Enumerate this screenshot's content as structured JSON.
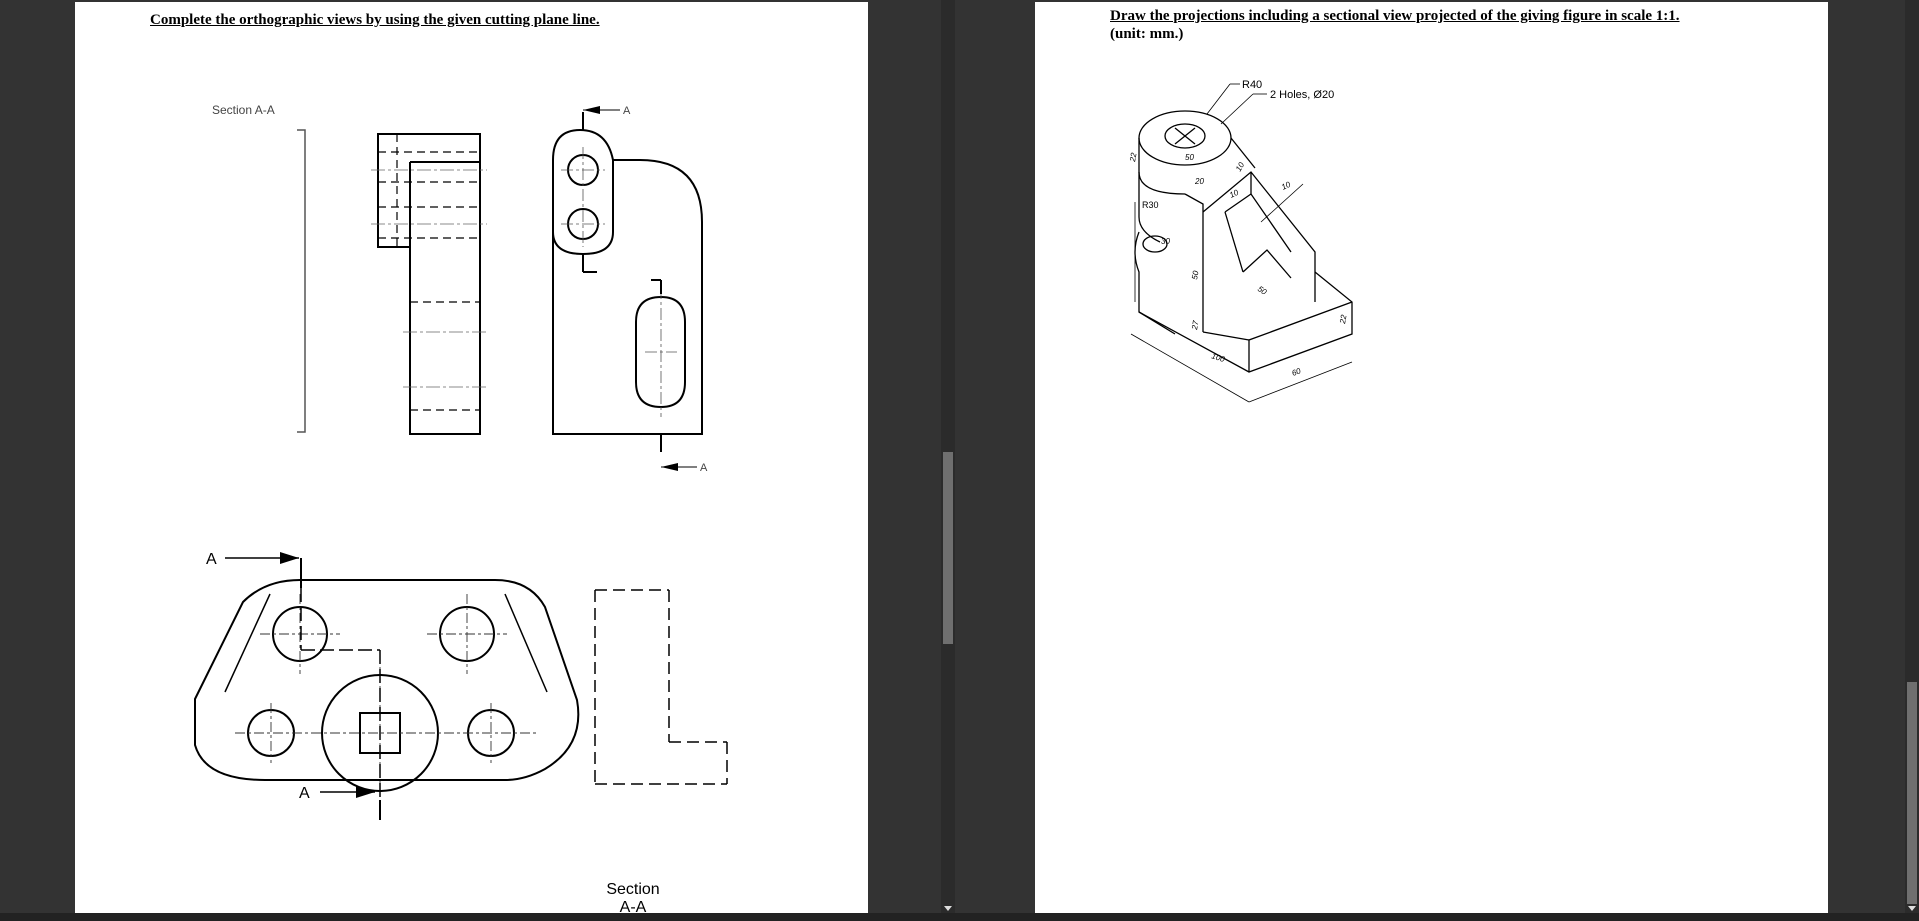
{
  "left_document": {
    "title": "Complete the orthographic views by using the given cutting plane line.",
    "top_figure": {
      "label_section": "Section A-A",
      "label_a_top": "A",
      "label_a_bottom": "A"
    },
    "bottom_figure": {
      "label_a_top": "A",
      "label_a_bottom": "A",
      "section_label_line1": "Section",
      "section_label_line2": "A-A"
    }
  },
  "right_document": {
    "title": "Draw the projections including a sectional view projected of the giving figure in scale 1:1.",
    "subtitle": "(unit: mm.)",
    "figure": {
      "label_r40": "R40",
      "label_holes": "2 Holes, Ø20",
      "label_r30": "R30",
      "dims": [
        "10",
        "20",
        "30",
        "50",
        "22",
        "27",
        "100",
        "60",
        "10",
        "10",
        "50",
        "22",
        "50"
      ]
    }
  }
}
